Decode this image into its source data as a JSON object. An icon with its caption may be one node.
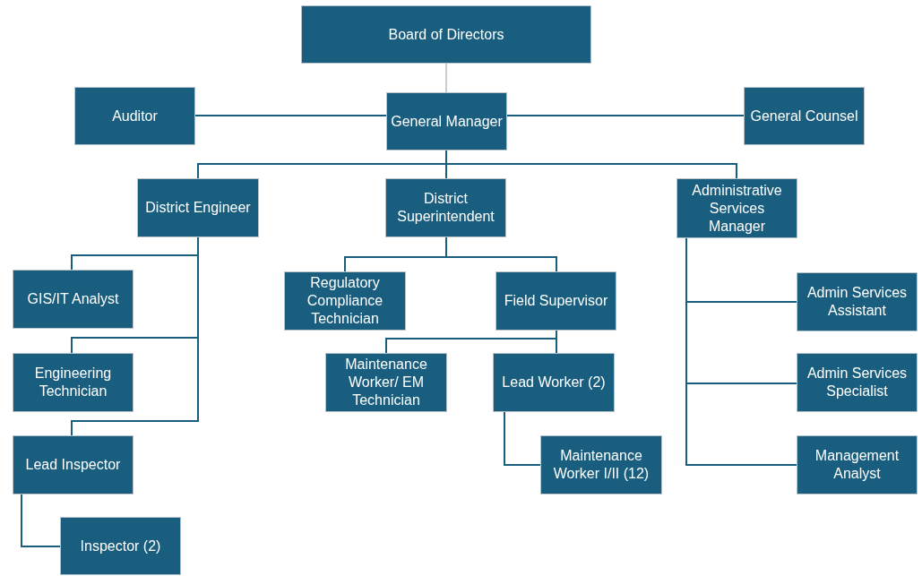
{
  "diagram": {
    "nodes": [
      {
        "text": [
          "Board of Directors"
        ]
      },
      {
        "text": [
          "Auditor"
        ]
      },
      {
        "text": [
          "General Manager"
        ]
      },
      {
        "text": [
          "General Counsel"
        ]
      },
      {
        "text": [
          "District Engineer"
        ]
      },
      {
        "text": [
          "District Superintendent"
        ]
      },
      {
        "text": [
          "Administrative Services Manager"
        ]
      },
      {
        "text": [
          "GIS/IT Analyst"
        ]
      },
      {
        "text": [
          "Regulatory Compliance Technician"
        ]
      },
      {
        "text": [
          "Field Supervisor"
        ]
      },
      {
        "text": [
          "Admin Services Assistant"
        ]
      },
      {
        "text": [
          "Engineering Technician"
        ]
      },
      {
        "text": [
          "Maintenance Worker/ EM Technician"
        ]
      },
      {
        "text": [
          "Lead Worker (2)"
        ]
      },
      {
        "text": [
          "Admin Services Specialist"
        ]
      },
      {
        "text": [
          "Lead Inspector"
        ]
      },
      {
        "text": [
          "Maintenance Worker I/II (12)"
        ]
      },
      {
        "text": [
          "Management Analyst"
        ]
      },
      {
        "text": [
          "Inspector (2)"
        ]
      }
    ],
    "edges": [
      {
        "from": 0,
        "to": 2,
        "arrow": "none",
        "color": "#c8cdd0"
      },
      {
        "from": 1,
        "to": 2,
        "arrow": "none"
      },
      {
        "from": 2,
        "to": 3,
        "arrow": "none"
      },
      {
        "from": 2,
        "to": 4,
        "arrow": "none"
      },
      {
        "from": 2,
        "to": 5,
        "arrow": "none"
      },
      {
        "from": 2,
        "to": 6,
        "arrow": "none"
      },
      {
        "from": 4,
        "to": 7,
        "arrow": "none"
      },
      {
        "from": 4,
        "to": 11,
        "arrow": "none"
      },
      {
        "from": 4,
        "to": 15,
        "arrow": "none"
      },
      {
        "from": 15,
        "to": 18,
        "arrow": "none"
      },
      {
        "from": 5,
        "to": 8,
        "arrow": "none"
      },
      {
        "from": 5,
        "to": 9,
        "arrow": "none"
      },
      {
        "from": 9,
        "to": 12,
        "arrow": "none"
      },
      {
        "from": 9,
        "to": 13,
        "arrow": "none"
      },
      {
        "from": 13,
        "to": 16,
        "arrow": "none"
      },
      {
        "from": 6,
        "to": 10,
        "arrow": "none"
      },
      {
        "from": 6,
        "to": 14,
        "arrow": "none"
      },
      {
        "from": 6,
        "to": 17,
        "arrow": "none"
      }
    ]
  }
}
